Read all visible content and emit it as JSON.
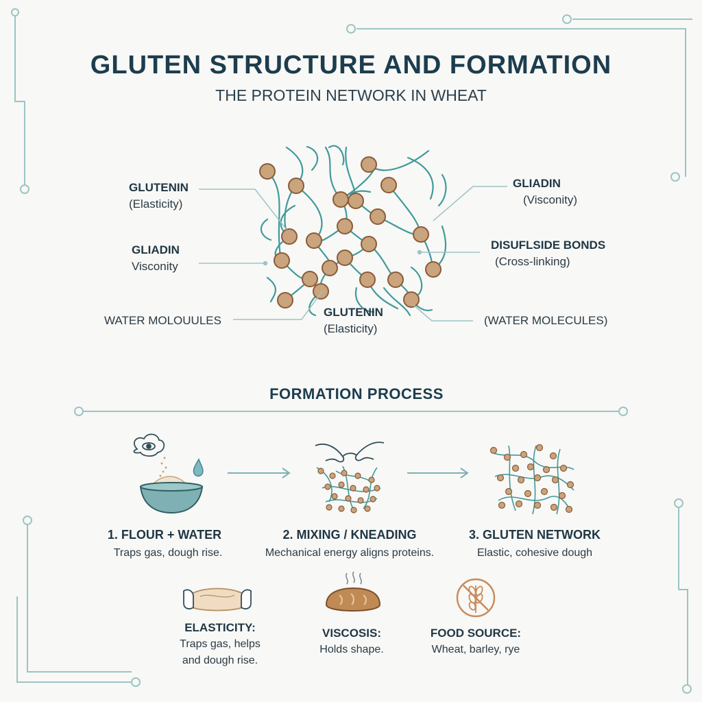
{
  "header": {
    "title": "GLUTEN STRUCTURE AND FORMATION",
    "subtitle": "THE PROTEIN NETWORK IN WHEAT"
  },
  "diagram_labels": {
    "glutenin_left": {
      "name": "GLUTENIN",
      "note": "(Elasticity)"
    },
    "gliadin_left": {
      "name": "GLIADIN",
      "note": "Visconity"
    },
    "water_left": {
      "name": "WATER MOLOUULES"
    },
    "glutenin_center": {
      "name": "GLUTENIN",
      "note": "(Elasticity)"
    },
    "gliadin_right": {
      "name": "GLIADIN",
      "note": "(Visconity)"
    },
    "disulfide_right": {
      "name": "DISUFLSIDE BONDS",
      "note": "(Cross-linking)"
    },
    "water_right": {
      "name": "(WATER MOLECULES)"
    }
  },
  "formation": {
    "title": "FORMATION PROCESS",
    "steps": [
      {
        "title": "1. FLOUR + WATER",
        "desc": "Traps gas, dough rise."
      },
      {
        "title": "2. MIXING / KNEADING",
        "desc": "Mechanical energy aligns proteins."
      },
      {
        "title": "3. GLUTEN NETWORK",
        "desc": "Elastic, cohesive dough"
      }
    ]
  },
  "properties": [
    {
      "title": "ELASTICITY:",
      "desc_line1": "Traps gas, helps",
      "desc_line2": "and dough rise."
    },
    {
      "title": "VISCOSIS:",
      "desc_line1": "Holds shape.",
      "desc_line2": ""
    },
    {
      "title": "FOOD SOURCE:",
      "desc_line1": "Wheat, barley, rye",
      "desc_line2": ""
    }
  ],
  "colors": {
    "strand": "#3f9a9a",
    "bead": "#c9a47c",
    "bead_stroke": "#8a5a38",
    "frame": "#9cc4c4",
    "text_dark": "#1c3d4e"
  },
  "icons": {
    "step1": "flour-bowl-water-icon",
    "step2": "kneading-hands-icon",
    "step3": "gluten-network-icon",
    "prop1": "stretched-dough-icon",
    "prop2": "bread-loaf-icon",
    "prop3": "wheat-crossed-icon"
  }
}
